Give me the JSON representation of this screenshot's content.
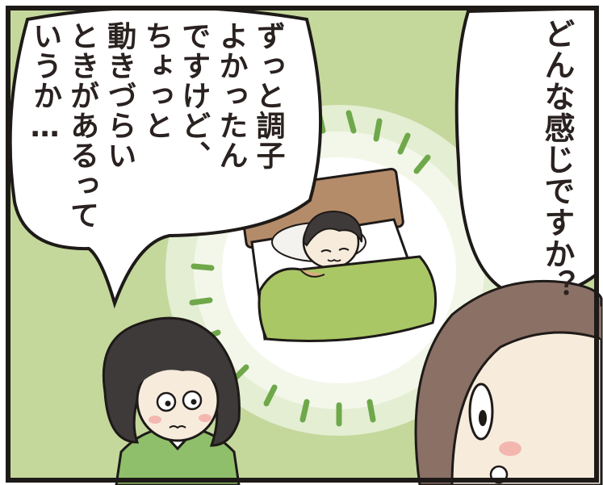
{
  "panel": {
    "colors": {
      "background_green": "#c4d89c",
      "blanket_green": "#a9c765",
      "border": "#1e1a18",
      "hair_dark": "#3f3a3a",
      "hair_brown": "#8a7065",
      "skin": "#f7ecdc",
      "shirt_green": "#8fbf6a",
      "headboard": "#b58c6a"
    },
    "speech_right": {
      "text": "どんな感じですか？"
    },
    "speech_left": {
      "lines": [
        "ずっと調子",
        "よかったん",
        "ですけど、",
        "ちょっと",
        "動きづらい",
        "ときがあるって",
        "いうか…"
      ]
    }
  }
}
